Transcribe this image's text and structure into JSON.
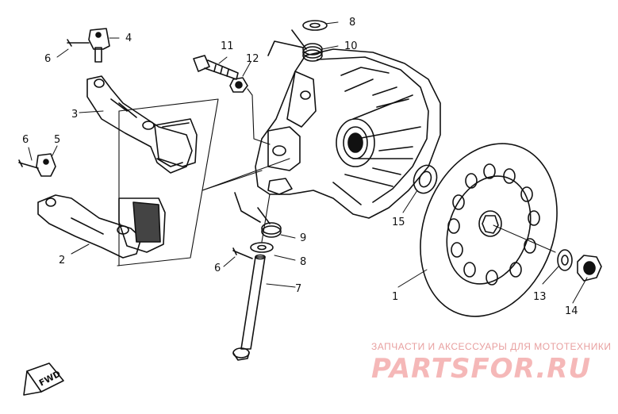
{
  "callouts": {
    "c1": "1",
    "c2": "2",
    "c3": "3",
    "c4": "4",
    "c5": "5",
    "c6a": "6",
    "c6b": "6",
    "c6c": "6",
    "c7": "7",
    "c8a": "8",
    "c8b": "8",
    "c9": "9",
    "c10": "10",
    "c11": "11",
    "c12": "12",
    "c13": "13",
    "c14": "14",
    "c15": "15"
  },
  "fwd_label": "FWD",
  "watermark": {
    "tagline": "ЗАПЧАСТИ И АКСЕССУАРЫ ДЛЯ МОТОТЕХНИКИ",
    "brand": "PARTSFOR.RU"
  }
}
